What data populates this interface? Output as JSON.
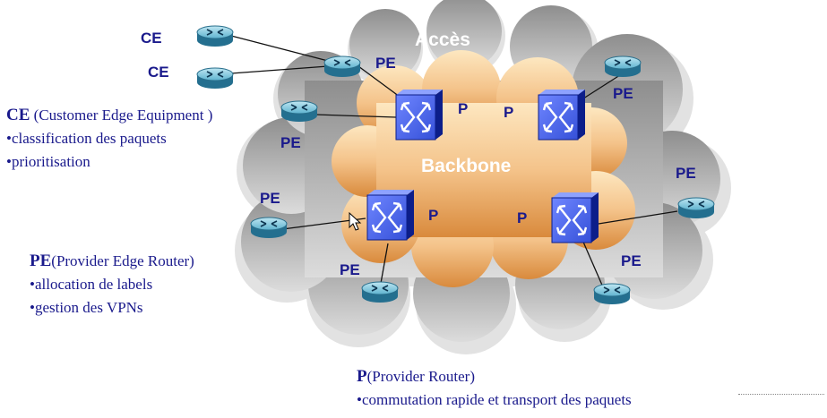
{
  "diagram": {
    "cloud_labels": {
      "acces": "Accès",
      "backbone": "Backbone"
    },
    "ce_labels": [
      "CE",
      "CE"
    ],
    "pe_labels": [
      "PE",
      "PE",
      "PE",
      "PE",
      "PE",
      "PE",
      "PE"
    ],
    "p_labels": [
      "P",
      "P",
      "P",
      "P"
    ],
    "legend": {
      "ce": {
        "head": "CE",
        "title": " (Customer Edge Equipment )",
        "items": [
          "•classification des paquets",
          "•prioritisation"
        ]
      },
      "pe": {
        "head": "PE",
        "title": "(Provider Edge Router)",
        "items": [
          "•allocation de labels",
          "•gestion des VPNs"
        ]
      },
      "p": {
        "head": "P",
        "title": "(Provider Router)",
        "items": [
          "•commutation rapide et transport des paquets"
        ]
      }
    },
    "colors": {
      "label": "#1a1a8c",
      "access_cloud": "#a9a9a9",
      "backbone_cloud": "#e8a25a",
      "switch": "#1a3fd0",
      "router": "#3a8fb0"
    }
  }
}
